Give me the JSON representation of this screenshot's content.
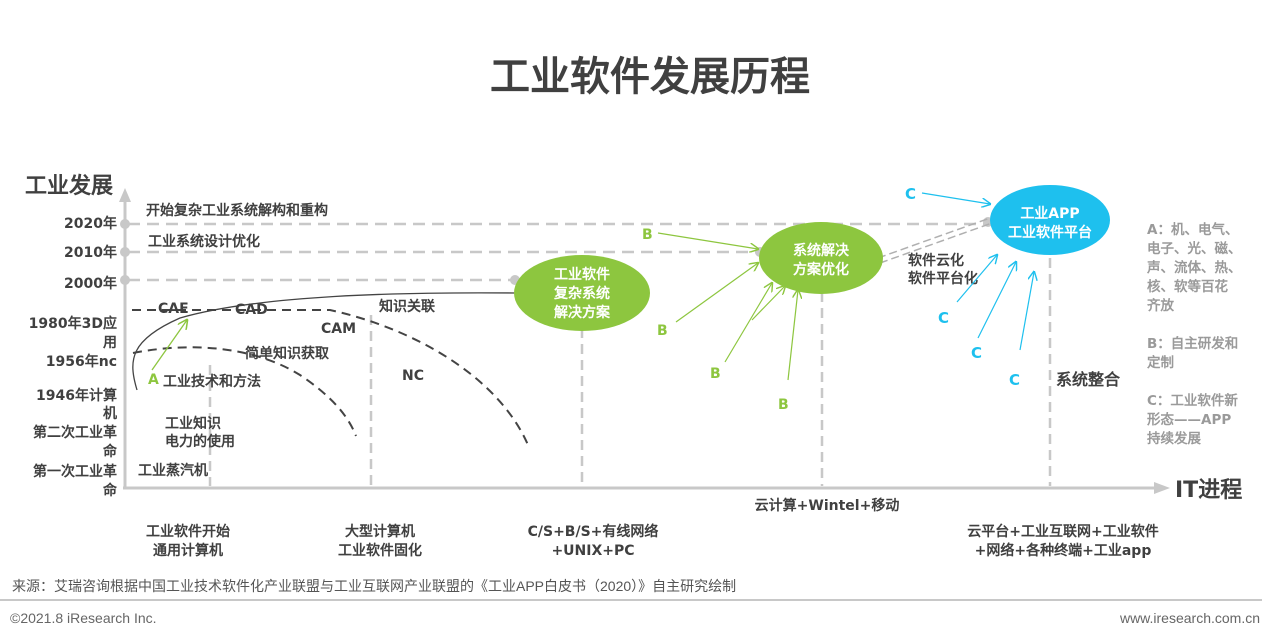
{
  "title": "工业软件发展历程",
  "y_axis_label": "工业发展",
  "x_axis_label": "IT进程",
  "y_ticks": [
    "2020年",
    "2010年",
    "2000年",
    "1980年3D应",
    "用",
    "1956年nc",
    "1946年计算",
    "机",
    "第二次工业革",
    "命",
    "第一次工业革",
    "命"
  ],
  "level_labels": [
    "开始复杂工业系统解构和重构",
    "工业系统设计优化"
  ],
  "stage1": {
    "items": [
      "CAE",
      "CAD",
      "CAM",
      "知识关联",
      "简单知识获取",
      "工业技术和方法",
      "NC",
      "工业知识",
      "电力的使用",
      "工业蒸汽机"
    ],
    "marker": "A"
  },
  "nodes": [
    {
      "lines": [
        "工业软件",
        "复杂系统",
        "解决方案"
      ],
      "color": "#8dc63f"
    },
    {
      "lines": [
        "系统解决",
        "方案优化"
      ],
      "color": "#8dc63f"
    },
    {
      "lines": [
        "工业APP",
        "工业软件平台"
      ],
      "color": "#1ec0ee"
    }
  ],
  "b_markers": [
    "B",
    "B",
    "B",
    "B"
  ],
  "c_markers": [
    "C",
    "C",
    "C",
    "C"
  ],
  "cloud_labels": [
    "软件云化",
    "软件平台化"
  ],
  "system_integration": "系统整合",
  "x_stages": [
    {
      "lines": [
        "工业软件开始",
        "通用计算机"
      ]
    },
    {
      "lines": [
        "大型计算机",
        "工业软件固化"
      ]
    },
    {
      "lines": [
        "C/S+B/S+有线网络",
        "+UNIX+PC"
      ]
    },
    {
      "lines": [
        "云计算+Wintel+移动"
      ]
    },
    {
      "lines": [
        "云平台+工业互联网+工业软件",
        "+网络+各种终端+工业app"
      ]
    }
  ],
  "legend": [
    {
      "lines": [
        "A：机、电气、",
        "电子、光、磁、",
        "声、流体、热、",
        "核、软等百花",
        "齐放"
      ]
    },
    {
      "lines": [
        "B：自主研发和",
        "定制"
      ]
    },
    {
      "lines": [
        "C：工业软件新",
        "形态——APP",
        "持续发展"
      ]
    }
  ],
  "source": "来源：艾瑞咨询根据中国工业技术软件化产业联盟与工业互联网产业联盟的《工业APP白皮书（2020）》自主研究绘制",
  "copyright": "©2021.8 iResearch Inc.",
  "website": "www.iresearch.com.cn",
  "colors": {
    "green": "#8dc63f",
    "blue": "#1ec0ee",
    "axis": "#c8c8c8",
    "text": "#404040"
  }
}
